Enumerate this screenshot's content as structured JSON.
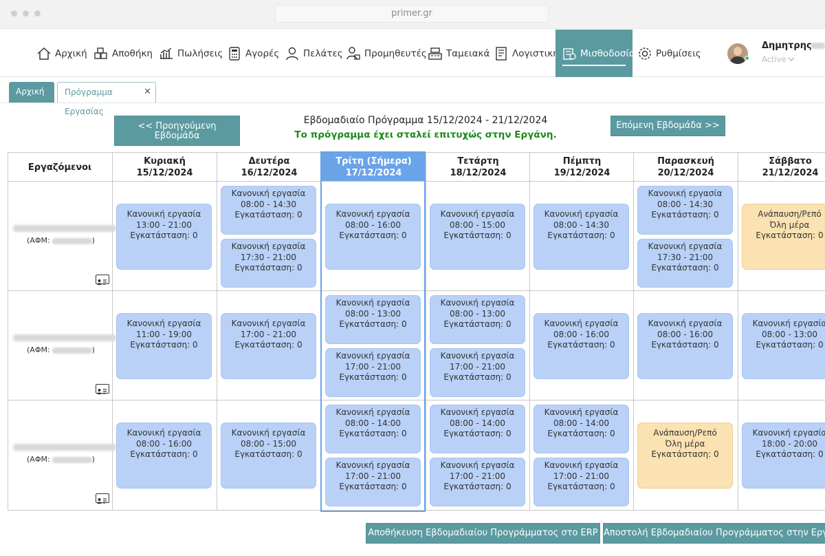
{
  "browser": {
    "url": "primer.gr"
  },
  "nav": {
    "items": [
      {
        "label": "Αρχική",
        "icon": "home-icon"
      },
      {
        "label": "Αποθήκη",
        "icon": "boxes-icon"
      },
      {
        "label": "Πωλήσεις",
        "icon": "sales-chart-icon"
      },
      {
        "label": "Αγορές",
        "icon": "calculator-icon"
      },
      {
        "label": "Πελάτες",
        "icon": "person-icon"
      },
      {
        "label": "Προμηθευτές",
        "icon": "supplier-icon"
      },
      {
        "label": "Ταμειακά",
        "icon": "cash-register-icon"
      },
      {
        "label": "Λογιστική",
        "icon": "ledger-icon"
      },
      {
        "label": "Μισθοδοσία",
        "icon": "payroll-icon",
        "active": true
      },
      {
        "label": "Ρυθμίσεις",
        "icon": "gear-icon"
      }
    ],
    "user": {
      "name": "Δημητρης",
      "status": "Active"
    }
  },
  "tabs": [
    {
      "label": "Αρχική"
    },
    {
      "label": "Πρόγραμμα Εργασίας"
    }
  ],
  "schedule": {
    "title": "Εβδομαδιαίο Πρόγραμμα 15/12/2024 - 21/12/2024",
    "success_message": "Το πρόγραμμα έχει σταλεί επιτυχώς στην Εργάνη.",
    "prev_week_label": "<< Προηγούμενη Εβδομάδα",
    "next_week_label": "Επόμενη Εβδομάδα >>",
    "employees_header": "Εργαζόμενοι",
    "days": [
      {
        "name": "Κυριακή",
        "date": "15/12/2024"
      },
      {
        "name": "Δευτέρα",
        "date": "16/12/2024"
      },
      {
        "name": "Τρίτη (Σήμερα)",
        "date": "17/12/2024",
        "today": true
      },
      {
        "name": "Τετάρτη",
        "date": "18/12/2024"
      },
      {
        "name": "Πέμπτη",
        "date": "19/12/2024"
      },
      {
        "name": "Παρασκευή",
        "date": "20/12/2024"
      },
      {
        "name": "Σάββατο",
        "date": "21/12/2024"
      }
    ],
    "employees": [
      {
        "afm_label": "(ΑΦΜ:",
        "afm_close": ")",
        "shifts": [
          [
            {
              "type": "Κανονική εργασία",
              "time": "13:00 - 21:00",
              "site": "Εγκατάσταση: 0"
            }
          ],
          [
            {
              "type": "Κανονική εργασία",
              "time": "08:00 - 14:30",
              "site": "Εγκατάσταση: 0"
            },
            {
              "type": "Κανονική εργασία",
              "time": "17:30 - 21:00",
              "site": "Εγκατάσταση: 0"
            }
          ],
          [
            {
              "type": "Κανονική εργασία",
              "time": "08:00 - 16:00",
              "site": "Εγκατάσταση: 0"
            }
          ],
          [
            {
              "type": "Κανονική εργασία",
              "time": "08:00 - 15:00",
              "site": "Εγκατάσταση: 0"
            }
          ],
          [
            {
              "type": "Κανονική εργασία",
              "time": "08:00 - 14:30",
              "site": "Εγκατάσταση: 0"
            }
          ],
          [
            {
              "type": "Κανονική εργασία",
              "time": "08:00 - 14:30",
              "site": "Εγκατάσταση: 0"
            },
            {
              "type": "Κανονική εργασία",
              "time": "17:30 - 21:00",
              "site": "Εγκατάσταση: 0"
            }
          ],
          [
            {
              "type": "Ανάπαυση/Ρεπό",
              "time": "Όλη μέρα",
              "site": "Εγκατάσταση: 0",
              "rest": true
            }
          ]
        ]
      },
      {
        "afm_label": "(ΑΦΜ:",
        "afm_close": ")",
        "shifts": [
          [
            {
              "type": "Κανονική εργασία",
              "time": "11:00 - 19:00",
              "site": "Εγκατάσταση: 0"
            }
          ],
          [
            {
              "type": "Κανονική εργασία",
              "time": "17:00 - 21:00",
              "site": "Εγκατάσταση: 0"
            }
          ],
          [
            {
              "type": "Κανονική εργασία",
              "time": "08:00 - 13:00",
              "site": "Εγκατάσταση: 0"
            },
            {
              "type": "Κανονική εργασία",
              "time": "17:00 - 21:00",
              "site": "Εγκατάσταση: 0"
            }
          ],
          [
            {
              "type": "Κανονική εργασία",
              "time": "08:00 - 13:00",
              "site": "Εγκατάσταση: 0"
            },
            {
              "type": "Κανονική εργασία",
              "time": "17:00 - 21:00",
              "site": "Εγκατάσταση: 0"
            }
          ],
          [
            {
              "type": "Κανονική εργασία",
              "time": "08:00 - 16:00",
              "site": "Εγκατάσταση: 0"
            }
          ],
          [
            {
              "type": "Κανονική εργασία",
              "time": "08:00 - 16:00",
              "site": "Εγκατάσταση: 0"
            }
          ],
          [
            {
              "type": "Κανονική εργασία",
              "time": "08:00 - 13:00",
              "site": "Εγκατάσταση: 0"
            }
          ]
        ]
      },
      {
        "afm_label": "(ΑΦΜ:",
        "afm_close": ")",
        "shifts": [
          [
            {
              "type": "Κανονική εργασία",
              "time": "08:00 - 16:00",
              "site": "Εγκατάσταση: 0"
            }
          ],
          [
            {
              "type": "Κανονική εργασία",
              "time": "08:00 - 15:00",
              "site": "Εγκατάσταση: 0"
            }
          ],
          [
            {
              "type": "Κανονική εργασία",
              "time": "08:00 - 14:00",
              "site": "Εγκατάσταση: 0"
            },
            {
              "type": "Κανονική εργασία",
              "time": "17:00 - 21:00",
              "site": "Εγκατάσταση: 0"
            }
          ],
          [
            {
              "type": "Κανονική εργασία",
              "time": "08:00 - 14:00",
              "site": "Εγκατάσταση: 0"
            },
            {
              "type": "Κανονική εργασία",
              "time": "17:00 - 21:00",
              "site": "Εγκατάσταση: 0"
            }
          ],
          [
            {
              "type": "Κανονική εργασία",
              "time": "08:00 - 14:00",
              "site": "Εγκατάσταση: 0"
            },
            {
              "type": "Κανονική εργασία",
              "time": "17:00 - 21:00",
              "site": "Εγκατάσταση: 0"
            }
          ],
          [
            {
              "type": "Ανάπαυση/Ρεπό",
              "time": "Όλη μέρα",
              "site": "Εγκατάσταση: 0",
              "rest": true
            }
          ],
          [
            {
              "type": "Κανονική εργασία",
              "time": "18:00 - 20:00",
              "site": "Εγκατάσταση: 0"
            }
          ]
        ]
      }
    ]
  },
  "actions": {
    "save_label": "Αποθήκευση Εβδομαδιαίου Προγράμματος στο ERP",
    "send_label": "Αποστολή Εβδομαδιαίου Προγράμματος στην Εργάνη"
  },
  "colors": {
    "accent": "#5b9aa0",
    "today": "#6aa3e8",
    "shift": "#b9d1f7",
    "rest": "#fbe2b2",
    "success": "#1a8a1a"
  }
}
